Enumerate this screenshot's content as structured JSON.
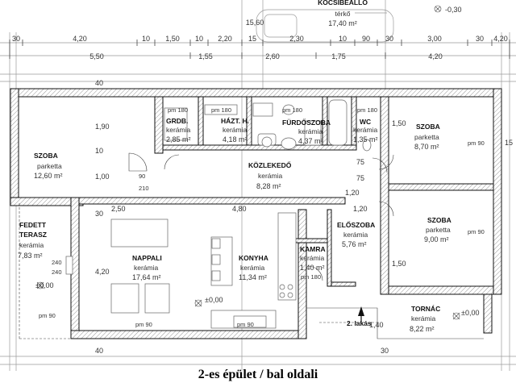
{
  "caption": "2-es épület / bal oldali",
  "parking": {
    "name": "KOCSIBEÁLLÓ",
    "floor": "térkő",
    "area": "17,40 m²",
    "width": "15,60"
  },
  "levels": {
    "parking": "-0,30",
    "terrace": "±0,00",
    "living": "±0,00",
    "porch": "±0,00"
  },
  "dims_row1": [
    "30",
    "4,20",
    "10",
    "1,50",
    "10",
    "2,20",
    "15",
    "2,30",
    "10",
    "90",
    "30",
    "3,00",
    "30",
    "4,20"
  ],
  "dims_row2": [
    "5,50",
    "1,55",
    "2,60",
    "1,75",
    "4,20"
  ],
  "rooms": {
    "szoba1": {
      "name": "SZOBA",
      "floor": "parketta",
      "area": "12,60 m²"
    },
    "grdb": {
      "name": "GRDB.",
      "floor": "kerámia",
      "area": "2,85 m²"
    },
    "haztartasi": {
      "name": "HÁZT. H.",
      "floor": "kerámia",
      "area": "4,18 m²"
    },
    "furdo": {
      "name": "FÜRDŐSZOBA",
      "floor": "kerámia",
      "area": "4,37 m²"
    },
    "wc": {
      "name": "WC",
      "floor": "kerámia",
      "area": "1,35 m²"
    },
    "szoba2": {
      "name": "SZOBA",
      "floor": "parketta",
      "area": "8,70 m²"
    },
    "kozlekedo": {
      "name": "KÖZLEKEDŐ",
      "floor": "kerámia",
      "area": "8,28 m²"
    },
    "terasz": {
      "name1": "FEDETT",
      "name2": "TERASZ",
      "floor": "kerámia",
      "area": "7,83 m²"
    },
    "nappali": {
      "name": "NAPPALI",
      "floor": "kerámia",
      "area": "17,64 m²"
    },
    "konyha": {
      "name": "KONYHA",
      "floor": "kerámia",
      "area": "11,34 m²"
    },
    "kamra": {
      "name": "KAMRA",
      "floor": "kerámia",
      "area": "1,40 m²"
    },
    "eloszoba": {
      "name": "ELŐSZOBA",
      "floor": "kerámia",
      "area": "5,76 m²"
    },
    "szoba3": {
      "name": "SZOBA",
      "floor": "parketta",
      "area": "9,00 m²"
    },
    "tornac": {
      "name": "TORNÁC",
      "floor": "kerámia",
      "area": "8,22 m²"
    }
  },
  "labels": {
    "pm180a": "pm 180",
    "pm180b": "pm 180",
    "pm180c": "pm 180",
    "pm180d": "pm 180",
    "pm180e": "pm 180",
    "pm90a": "pm 90",
    "pm90b": "pm 90",
    "pm90c": "pm 90",
    "pm90d": "pm 90",
    "pm90e": "pm 90",
    "lakas": "2. lakás",
    "d90a": "90",
    "d210a": "210",
    "d240a": "240",
    "d240b": "240",
    "d480": "4,80",
    "d250": "2,50",
    "d120a": "1,20",
    "d120b": "1,20",
    "d140": "1,40",
    "d40a": "40",
    "d40b": "40",
    "d30a": "30",
    "d30b": "30",
    "d150a": "1,50",
    "d150b": "1,50",
    "d420": "4,20",
    "d100": "1,00",
    "d190": "1,90",
    "d10": "10",
    "d75a": "75",
    "d75b": "75",
    "d15": "15"
  }
}
